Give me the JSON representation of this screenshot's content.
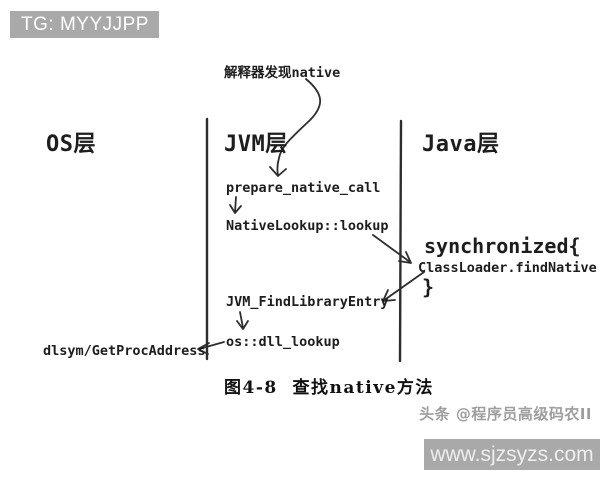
{
  "badge": {
    "text": "TG: MYYJJPP"
  },
  "diagram": {
    "trigger_label": "解释器发现native",
    "layers": {
      "os": "OS层",
      "jvm": "JVM层",
      "java": "Java层"
    },
    "nodes": {
      "prepare": "prepare_native_call",
      "native_lookup": "NativeLookup::lookup",
      "find_library": "JVM_FindLibraryEntry",
      "dll_lookup": "os::dll_lookup",
      "dlsym": "dlsym/GetProcAddress"
    },
    "java_block": {
      "open": "synchronized{",
      "find_native": "ClassLoader.findNative",
      "close": "}"
    }
  },
  "caption": {
    "text": "图4-8  查找native方法"
  },
  "watermarks": {
    "source": "头条 @程序员高级码农II",
    "site": "www.sjzsyzs.com"
  },
  "colors": {
    "badge_bg": "#a9a9a9",
    "site_bar_bg": "#a9a9a9",
    "ink": "#1d1d1d",
    "line": "#2d2d2d",
    "watermark_gray": "#9e9e9e",
    "background": "#ffffff"
  }
}
